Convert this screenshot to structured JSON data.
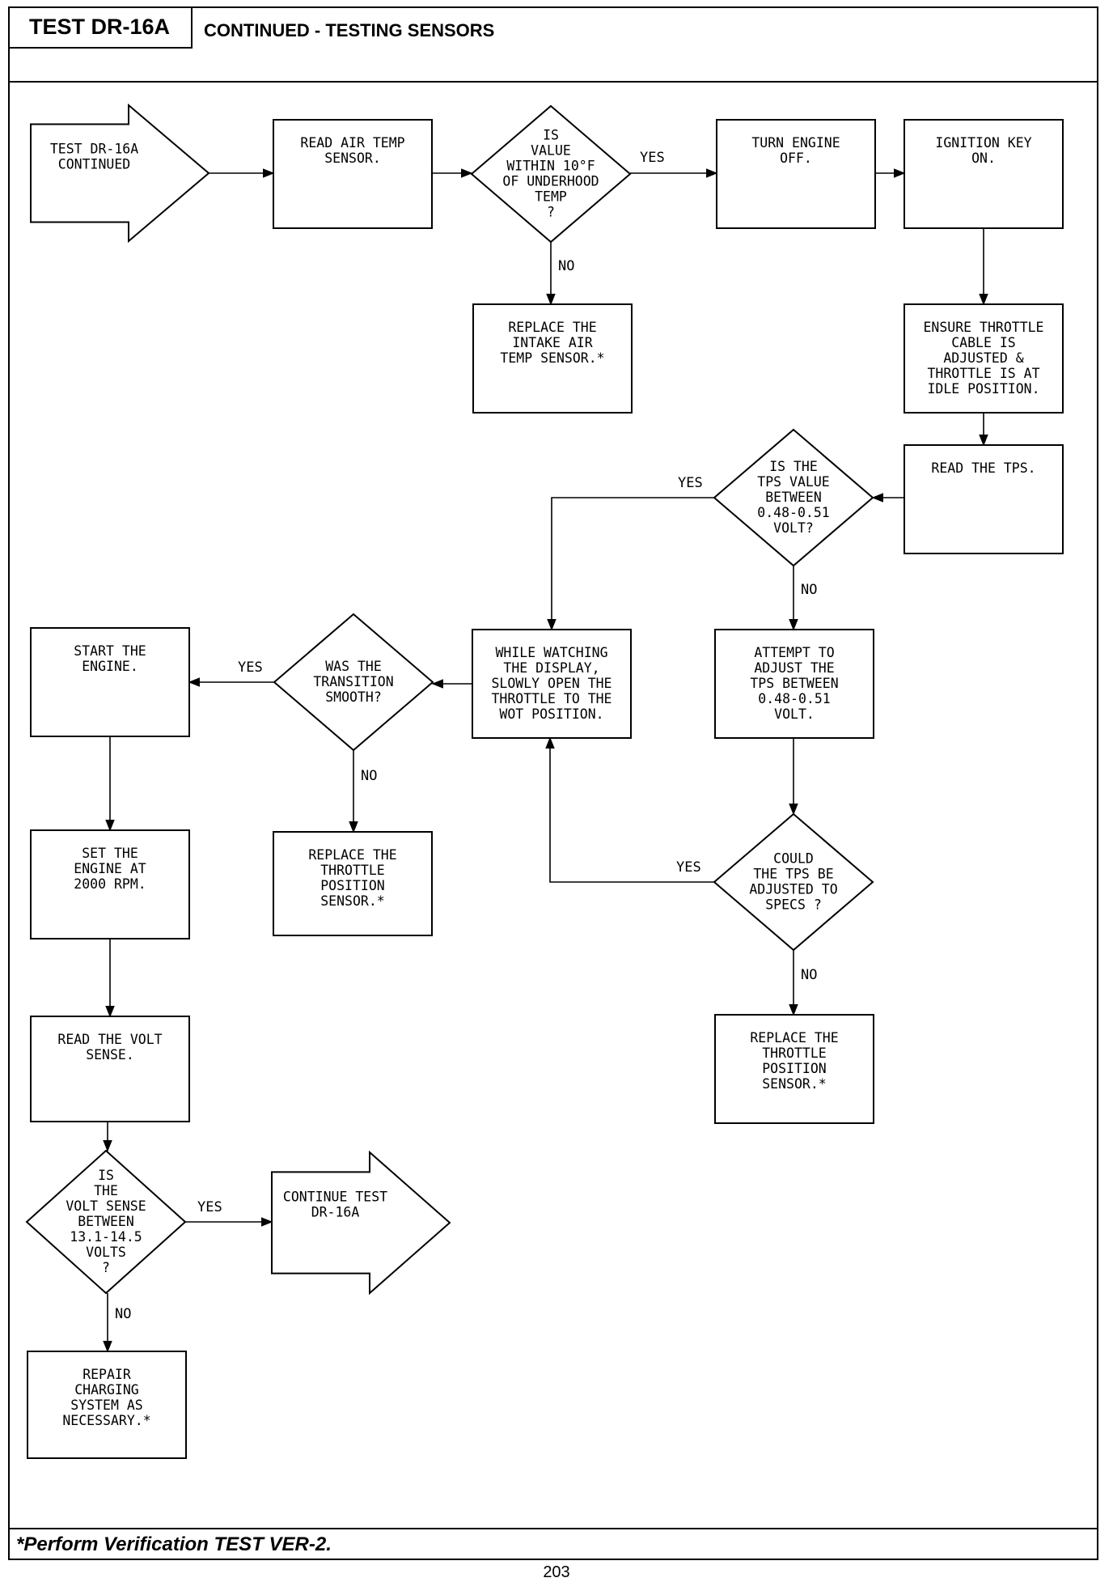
{
  "header": {
    "test_id": "TEST DR-16A",
    "title": "CONTINUED - TESTING SENSORS"
  },
  "footer": {
    "note": "*Perform Verification TEST VER-2.",
    "page_number": "203"
  },
  "flowchart": {
    "nodes": [
      {
        "id": "start",
        "shape": "arrow",
        "lines": [
          "TEST DR-16A",
          "CONTINUED"
        ]
      },
      {
        "id": "read-air-temp",
        "shape": "process",
        "lines": [
          "READ AIR TEMP",
          "SENSOR."
        ]
      },
      {
        "id": "air-temp-check",
        "shape": "decision",
        "lines": [
          "IS",
          "VALUE",
          "WITHIN 10°F",
          "OF UNDERHOOD",
          "TEMP",
          "?"
        ]
      },
      {
        "id": "replace-air-temp",
        "shape": "process",
        "lines": [
          "REPLACE THE",
          "INTAKE AIR",
          "TEMP SENSOR.*"
        ]
      },
      {
        "id": "engine-off",
        "shape": "process",
        "lines": [
          "TURN ENGINE",
          "OFF."
        ]
      },
      {
        "id": "ignition-on",
        "shape": "process",
        "lines": [
          "IGNITION KEY",
          "ON."
        ]
      },
      {
        "id": "throttle-cable",
        "shape": "process",
        "lines": [
          "ENSURE THROTTLE",
          "CABLE IS",
          "ADJUSTED &",
          "THROTTLE IS AT",
          "IDLE POSITION."
        ]
      },
      {
        "id": "read-tps",
        "shape": "process",
        "lines": [
          "READ THE TPS."
        ]
      },
      {
        "id": "tps-check",
        "shape": "decision",
        "lines": [
          "IS THE",
          "TPS VALUE",
          "BETWEEN",
          "0.48-0.51",
          "VOLT?"
        ]
      },
      {
        "id": "adjust-tps",
        "shape": "process",
        "lines": [
          "ATTEMPT TO",
          "ADJUST THE",
          "TPS BETWEEN",
          "0.48-0.51",
          "VOLT."
        ]
      },
      {
        "id": "tps-adjust-check",
        "shape": "decision",
        "lines": [
          "COULD",
          "THE TPS BE",
          "ADJUSTED TO",
          "SPECS ?"
        ]
      },
      {
        "id": "replace-tps-right",
        "shape": "process",
        "lines": [
          "REPLACE THE",
          "THROTTLE",
          "POSITION",
          "SENSOR.*"
        ]
      },
      {
        "id": "open-throttle",
        "shape": "process",
        "lines": [
          "WHILE WATCHING",
          "THE DISPLAY,",
          "SLOWLY OPEN THE",
          "THROTTLE TO THE",
          "WOT POSITION."
        ]
      },
      {
        "id": "transition-check",
        "shape": "decision",
        "lines": [
          "WAS THE",
          "TRANSITION",
          "SMOOTH?"
        ]
      },
      {
        "id": "replace-tps-left",
        "shape": "process",
        "lines": [
          "REPLACE THE",
          "THROTTLE",
          "POSITION",
          "SENSOR.*"
        ]
      },
      {
        "id": "start-engine",
        "shape": "process",
        "lines": [
          "START THE",
          "ENGINE."
        ]
      },
      {
        "id": "set-rpm",
        "shape": "process",
        "lines": [
          "SET THE",
          "ENGINE AT",
          "2000 RPM."
        ]
      },
      {
        "id": "read-volt",
        "shape": "process",
        "lines": [
          "READ THE VOLT",
          "SENSE."
        ]
      },
      {
        "id": "volt-check",
        "shape": "decision",
        "lines": [
          "IS",
          "THE",
          "VOLT SENSE",
          "BETWEEN",
          "13.1-14.5",
          "VOLTS",
          "?"
        ]
      },
      {
        "id": "continue",
        "shape": "arrow",
        "lines": [
          "CONTINUE TEST",
          "DR-16A"
        ]
      },
      {
        "id": "repair-charging",
        "shape": "process",
        "lines": [
          "REPAIR",
          "CHARGING",
          "SYSTEM AS",
          "NECESSARY.*"
        ]
      }
    ],
    "edges": [
      {
        "from": "start",
        "to": "read-air-temp",
        "label": ""
      },
      {
        "from": "read-air-temp",
        "to": "air-temp-check",
        "label": ""
      },
      {
        "from": "air-temp-check",
        "to": "engine-off",
        "label": "YES"
      },
      {
        "from": "air-temp-check",
        "to": "replace-air-temp",
        "label": "NO"
      },
      {
        "from": "engine-off",
        "to": "ignition-on",
        "label": ""
      },
      {
        "from": "ignition-on",
        "to": "throttle-cable",
        "label": ""
      },
      {
        "from": "throttle-cable",
        "to": "read-tps",
        "label": ""
      },
      {
        "from": "read-tps",
        "to": "tps-check",
        "label": ""
      },
      {
        "from": "tps-check",
        "to": "open-throttle",
        "label": "YES"
      },
      {
        "from": "tps-check",
        "to": "adjust-tps",
        "label": "NO"
      },
      {
        "from": "adjust-tps",
        "to": "tps-adjust-check",
        "label": ""
      },
      {
        "from": "tps-adjust-check",
        "to": "open-throttle",
        "label": "YES"
      },
      {
        "from": "tps-adjust-check",
        "to": "replace-tps-right",
        "label": "NO"
      },
      {
        "from": "open-throttle",
        "to": "transition-check",
        "label": ""
      },
      {
        "from": "transition-check",
        "to": "start-engine",
        "label": "YES"
      },
      {
        "from": "transition-check",
        "to": "replace-tps-left",
        "label": "NO"
      },
      {
        "from": "start-engine",
        "to": "set-rpm",
        "label": ""
      },
      {
        "from": "set-rpm",
        "to": "read-volt",
        "label": ""
      },
      {
        "from": "read-volt",
        "to": "volt-check",
        "label": ""
      },
      {
        "from": "volt-check",
        "to": "continue",
        "label": "YES"
      },
      {
        "from": "volt-check",
        "to": "repair-charging",
        "label": "NO"
      }
    ]
  }
}
